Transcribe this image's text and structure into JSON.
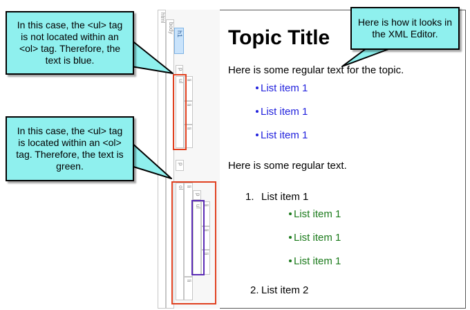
{
  "structure_bar": {
    "tags": {
      "html": "html",
      "body": "body",
      "h1": "h1",
      "p1": "p",
      "ul1": "ul",
      "li1": "li",
      "li2": "li",
      "li3": "li",
      "p2": "p",
      "ol": "ol",
      "ol_li1": "li",
      "ol_p": "p",
      "ul2": "ul",
      "ul2_li1": "li",
      "ul2_li2": "li",
      "ul2_li3": "li",
      "ol_li2": "li"
    }
  },
  "editor": {
    "title": "Topic Title",
    "para1": "Here is some regular text for the topic.",
    "blue_list": [
      "List item 1",
      "List item 1",
      "List item 1"
    ],
    "para2": "Here is some regular text.",
    "ordered": {
      "item1_number": "1.",
      "item1_text": "List item 1",
      "item2_number": "2.",
      "item2_text": "List item 2"
    },
    "green_list": [
      "List item 1",
      "List item 1",
      "List item 1"
    ]
  },
  "callouts": {
    "top_left": "In this case, the <ul> tag is not located within an <ol> tag. Therefore, the text is blue.",
    "middle_left": "In this case, the <ul> tag is located within an <ol> tag. Therefore, the text is green.",
    "top_right": "Here is how it looks in the XML Editor."
  },
  "colors": {
    "blue_text": "#2222dd",
    "green_text": "#1a7a1a",
    "callout_fill": "#8ff0ee",
    "highlight_red": "#e0401f",
    "highlight_purple": "#5a2ab5"
  }
}
